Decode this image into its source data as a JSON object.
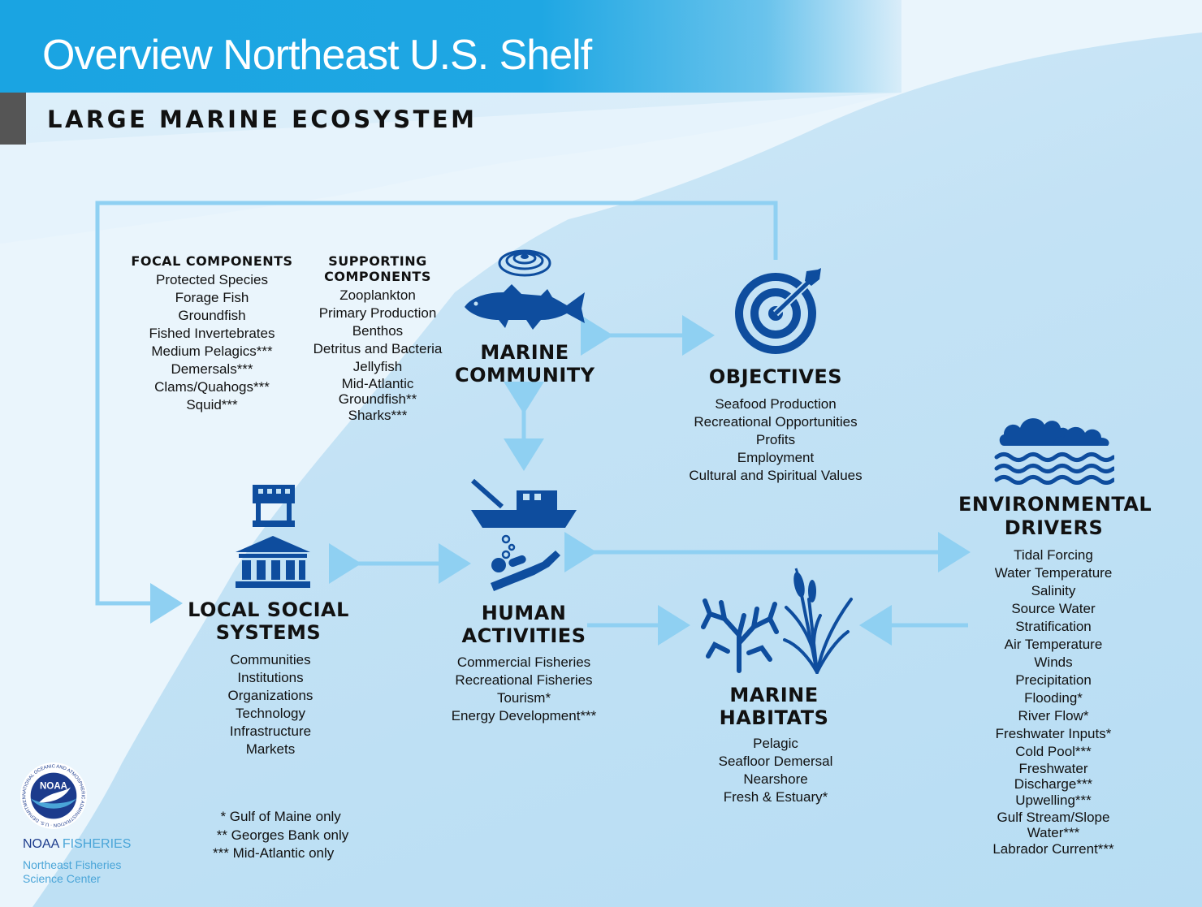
{
  "header": {
    "title": "Overview Northeast U.S. Shelf",
    "subtitle": "LARGE MARINE ECOSYSTEM"
  },
  "focal": {
    "heading": "FOCAL COMPONENTS",
    "items": [
      "Protected Species",
      "Forage Fish",
      "Groundfish",
      "Fished Invertebrates",
      "Medium Pelagics***",
      "Demersals***",
      "Clams/Quahogs***",
      "Squid***"
    ]
  },
  "supporting": {
    "heading_line1": "SUPPORTING",
    "heading_line2": "COMPONENTS",
    "items": [
      "Zooplankton",
      "Primary Production",
      "Benthos",
      "Detritus and Bacteria",
      "Jellyfish",
      "Mid-Atlantic",
      "Groundfish**",
      "Sharks***"
    ]
  },
  "marine_community": {
    "line1": "MARINE",
    "line2": "COMMUNITY"
  },
  "objectives": {
    "heading": "OBJECTIVES",
    "items": [
      "Seafood Production",
      "Recreational Opportunities",
      "Profits",
      "Employment",
      "Cultural and Spiritual Values"
    ]
  },
  "environmental_drivers": {
    "line1": "ENVIRONMENTAL",
    "line2": "DRIVERS",
    "items": [
      "Tidal Forcing",
      "Water Temperature",
      "Salinity",
      "Source Water",
      "Stratification",
      "Air Temperature",
      "Winds",
      "Precipitation",
      "Flooding*",
      "River Flow*",
      "Freshwater Inputs*",
      "Cold Pool***",
      "Freshwater",
      "Discharge***",
      "Upwelling***",
      "Gulf Stream/Slope",
      "Water***",
      "Labrador Current***"
    ]
  },
  "local_social": {
    "line1": "LOCAL SOCIAL",
    "line2": "SYSTEMS",
    "items": [
      "Communities",
      "Institutions",
      "Organizations",
      "Technology",
      "Infrastructure",
      "Markets"
    ]
  },
  "human_activities": {
    "line1": "HUMAN",
    "line2": "ACTIVITIES",
    "items": [
      "Commercial Fisheries",
      "Recreational Fisheries",
      "Tourism*",
      "Energy Development***"
    ]
  },
  "marine_habitats": {
    "line1": "MARINE",
    "line2": "HABITATS",
    "items": [
      "Pelagic",
      "Seafloor Demersal",
      "Nearshore",
      "Fresh & Estuary*"
    ]
  },
  "footnotes": [
    "  * Gulf of Maine only",
    " ** Georges Bank only",
    "*** Mid-Atlantic only"
  ],
  "logo": {
    "badge_text": "NOAA",
    "ring_text": "NATIONAL OCEANIC AND ATMOSPHERIC ADMINISTRATION · U.S. DEPARTMENT OF COMMERCE",
    "brand_a": "NOAA ",
    "brand_b": "FISHERIES",
    "center_line1": "Northeast Fisheries",
    "center_line2": "Science Center"
  },
  "colors": {
    "title_bar": "#1fa7e3",
    "icon": "#0e4d9e",
    "arrow": "#8fd0f2",
    "land": "#eef7fd",
    "ocean": "#c3e2f5"
  }
}
